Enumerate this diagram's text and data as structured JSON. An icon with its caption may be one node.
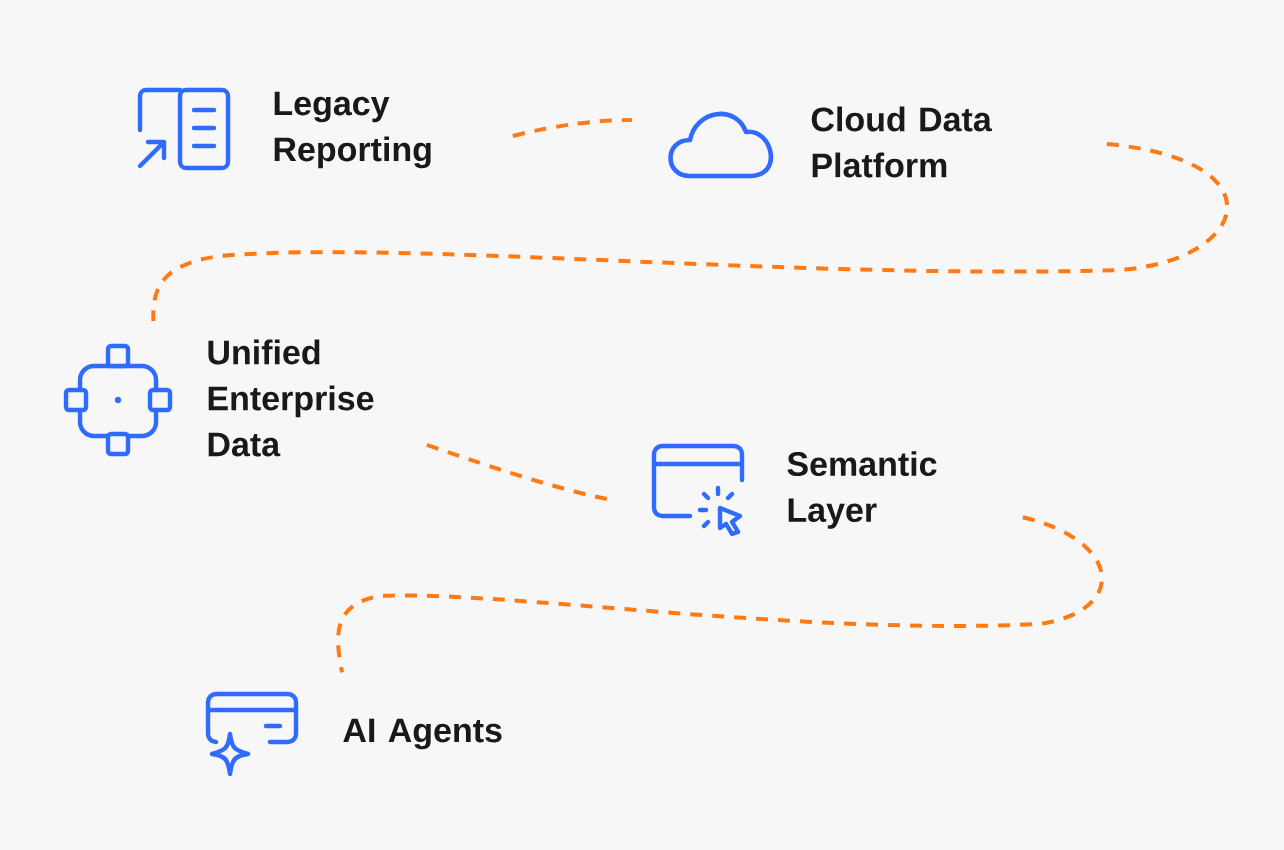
{
  "diagram": {
    "nodes": [
      {
        "text": [
          "Legacy Reporting"
        ]
      },
      {
        "text": [
          "Cloud Data Platform"
        ]
      },
      {
        "text": [
          "Unified Enterprise Data"
        ]
      },
      {
        "text": [
          "Semantic Layer"
        ]
      },
      {
        "text": [
          "AI Agents"
        ]
      }
    ],
    "edges": [
      {
        "from": 0,
        "to": 1,
        "arrow": "none",
        "style": "dashed"
      },
      {
        "from": 1,
        "to": 2,
        "arrow": "none",
        "style": "dashed"
      },
      {
        "from": 2,
        "to": 3,
        "arrow": "none",
        "style": "dashed"
      },
      {
        "from": 3,
        "to": 4,
        "arrow": "none",
        "style": "dashed"
      }
    ]
  }
}
